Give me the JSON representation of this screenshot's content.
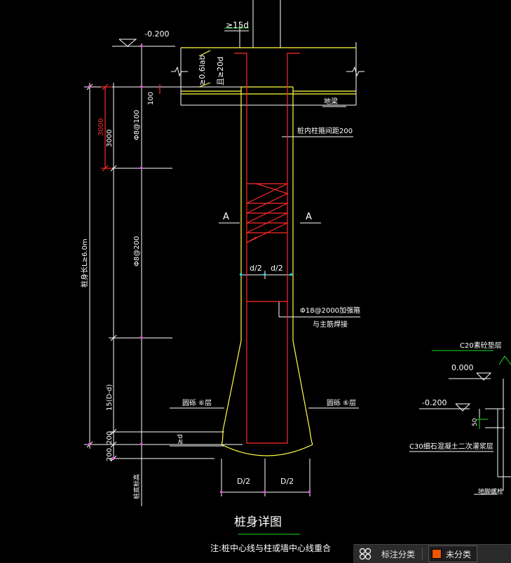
{
  "colors": {
    "white": "#ffffff",
    "yellow": "#ffff44",
    "red": "#ff2a2a",
    "magenta": "#ff44ff",
    "green": "#22dd22",
    "cyan": "#00e5ff",
    "statusbar_bg": "#2b2b2b",
    "swatch": "#ee5500"
  },
  "labels": {
    "elev_top": "-0.200",
    "anchor_15d": "≥15d",
    "anchor_06lab": "≥0.6lab",
    "anchor_20d": "且≥20d",
    "dim_100": "100",
    "dim_3000_red": "3000",
    "dim_3000": "3000",
    "stirrup_100": "Φ8@100",
    "stirrup_200": "Φ8@200",
    "pile_length": "桩身长L≥6.0m",
    "dim_15dd": "15(D-d)",
    "dim_200a": "200",
    "dim_200b": "200",
    "dim_ge_d": "≥d",
    "beam": "地梁",
    "inner_spacing": "桩内柱箍间距200",
    "section_left": "A",
    "section_right": "A",
    "half_d_left": "d/2",
    "half_d_right": "d/2",
    "hoop_rebar": "Φ18@2000",
    "hoop_name": "加强箍",
    "hoop_note": "与主筋焊接",
    "layer_left": "圆砾 ⑥层",
    "layer_right": "圆砾 ⑥层",
    "half_D_left": "D/2",
    "half_D_right": "D/2",
    "pile_bottom": "桩底标高",
    "title": "桩身详图",
    "note": "注:桩中心线与柱或墙中心线重合",
    "c20": "C20素砼垫层",
    "elev_000": "0.000",
    "elev_0200b": "-0.200",
    "dim_50": "50",
    "c30": "C30细石混凝土二次灌浆层",
    "ground_beam": "地脚螺栓"
  },
  "statusbar": {
    "label": "标注分类",
    "category": "未分类"
  }
}
